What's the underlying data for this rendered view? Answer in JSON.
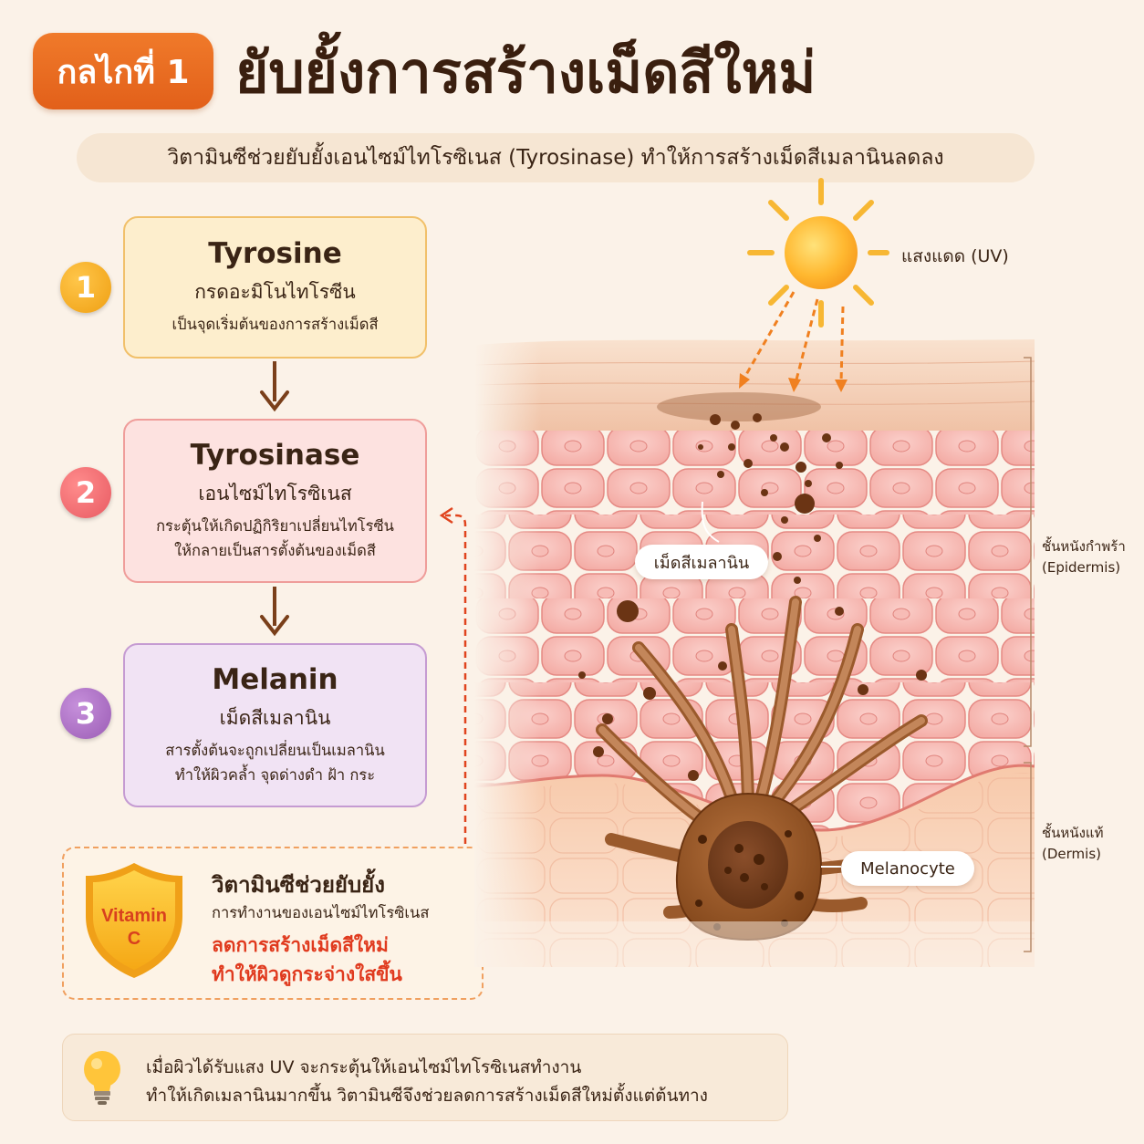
{
  "header": {
    "badge": "กลไกที่ 1",
    "title": "ยับยั้งการสร้างเม็ดสีใหม่",
    "subtitle": "วิตามินซีช่วยยับยั้งเอนไซม์ไทโรซิเนส (Tyrosinase) ทำให้การสร้างเม็ดสีเมลานินลดลง"
  },
  "steps": [
    {
      "num": "1",
      "en": "Tyrosine",
      "th": "กรดอะมิโนไทโรซีน",
      "desc1": "เป็นจุดเริ่มต้นของการสร้างเม็ดสี",
      "desc2": ""
    },
    {
      "num": "2",
      "en": "Tyrosinase",
      "th": "เอนไซม์ไทโรซิเนส",
      "desc1": "กระตุ้นให้เกิดปฏิกิริยาเปลี่ยนไทโรซีน",
      "desc2": "ให้กลายเป็นสารตั้งต้นของเม็ดสี"
    },
    {
      "num": "3",
      "en": "Melanin",
      "th": "เม็ดสีเมลานิน",
      "desc1": "สารตั้งต้นจะถูกเปลี่ยนเป็นเมลานิน",
      "desc2": "ทำให้ผิวคล้ำ จุดด่างดำ ฝ้า กระ"
    }
  ],
  "vitamin": {
    "shield_line1": "Vitamin",
    "shield_line2": "C",
    "title": "วิตามินซีช่วยยับยั้ง",
    "subtitle": "การทำงานของเอนไซม์ไทโรซิเนส",
    "result1": "ลดการสร้างเม็ดสีใหม่",
    "result2": "ทำให้ผิวดูกระจ่างใสขึ้น"
  },
  "tip": {
    "icon": "lightbulb-icon",
    "line1": "เมื่อผิวได้รับแสง UV จะกระตุ้นให้เอนไซม์ไทโรซิเนสทำงาน",
    "line2": "ทำให้เกิดเมลานินมากขึ้น วิตามินซีจึงช่วยลดการสร้างเม็ดสีใหม่ตั้งแต่ต้นทาง"
  },
  "illustration": {
    "uv_label": "แสงแดด (UV)",
    "melanin_label": "เม็ดสีเมลานิน",
    "melanocyte_label": "Melanocyte",
    "epidermis_th": "ชั้นหนังกำพร้า",
    "epidermis_en": "(Epidermis)",
    "dermis_th": "ชั้นหนังแท้",
    "dermis_en": "(Dermis)"
  },
  "colors": {
    "badge": "#e8681f",
    "vitamin_red": "#e03a1e",
    "arrow_brown": "#7a3f1a",
    "uv_arrow": "#f08020"
  }
}
